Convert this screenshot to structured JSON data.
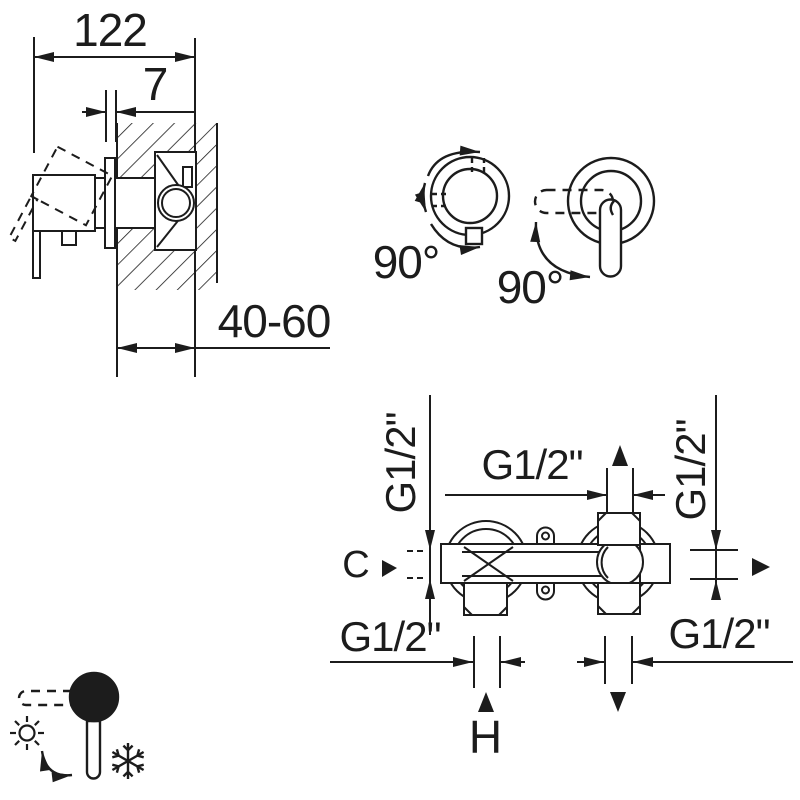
{
  "page": {
    "background": "#ffffff",
    "ink": "#1c1c1c"
  },
  "side_view": {
    "overall_width": "122",
    "trim_thickness": "7",
    "install_depth_range": "40-60"
  },
  "handle_rotation": {
    "knob_angle": "90°",
    "lever_angle": "90°"
  },
  "connections": {
    "thread_left": "G1/2\"",
    "thread_top": "G1/2\"",
    "thread_right": "G1/2\"",
    "thread_bottom_left": "G1/2\"",
    "thread_bottom_right": "G1/2\"",
    "cold_marker": "C",
    "hot_marker": "H"
  },
  "legend": {
    "hot_icon": "sun",
    "cold_icon": "snowflake"
  }
}
